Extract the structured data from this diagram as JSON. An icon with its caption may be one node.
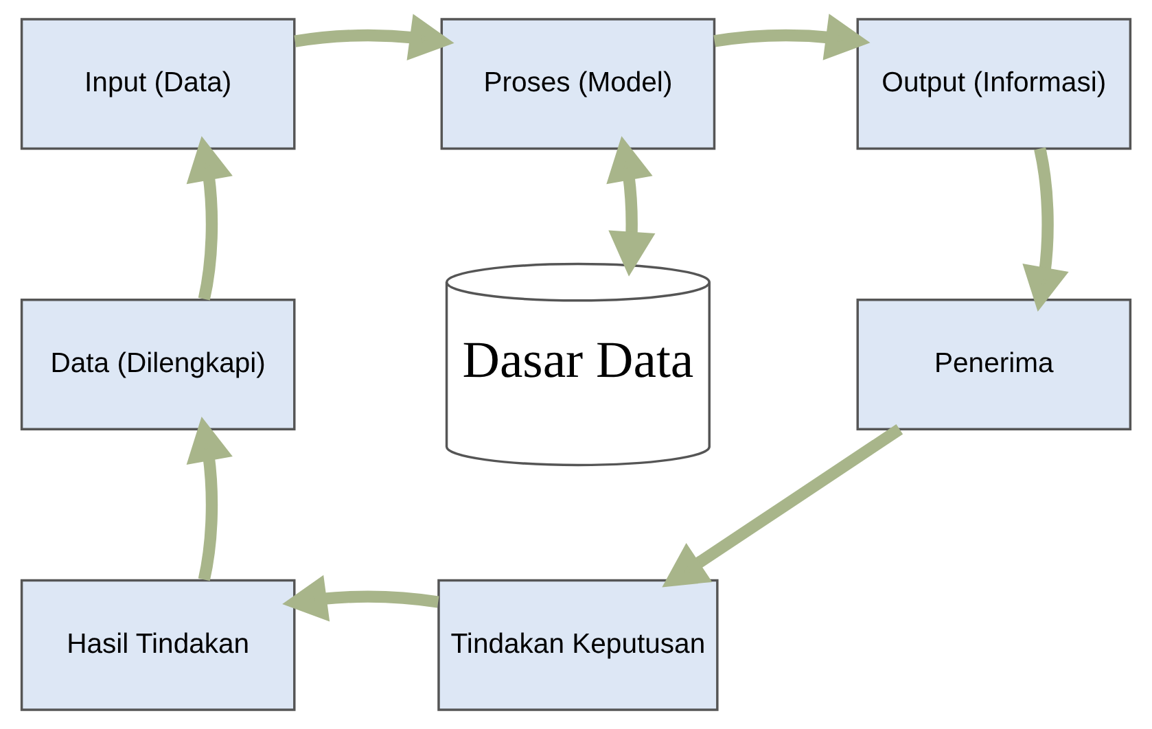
{
  "diagram": {
    "nodes": [
      {
        "text": [
          "Input (Data)"
        ]
      },
      {
        "text": [
          "Proses (Model)"
        ]
      },
      {
        "text": [
          "Output (Informasi)"
        ]
      },
      {
        "text": [
          "Dasar Data"
        ]
      },
      {
        "text": [
          "Penerima"
        ]
      },
      {
        "text": [
          "Tindakan Keputusan"
        ]
      },
      {
        "text": [
          "Hasil Tindakan"
        ]
      },
      {
        "text": [
          "Data (Dilengkapi)"
        ]
      }
    ],
    "edges": [
      {
        "from": 0,
        "to": 1,
        "arrow": "to"
      },
      {
        "from": 1,
        "to": 2,
        "arrow": "to"
      },
      {
        "from": 1,
        "to": 3,
        "arrow": "both"
      },
      {
        "from": 2,
        "to": 4,
        "arrow": "to"
      },
      {
        "from": 4,
        "to": 5,
        "arrow": "to"
      },
      {
        "from": 5,
        "to": 6,
        "arrow": "to"
      },
      {
        "from": 6,
        "to": 7,
        "arrow": "to"
      },
      {
        "from": 7,
        "to": 0,
        "arrow": "to"
      }
    ]
  }
}
